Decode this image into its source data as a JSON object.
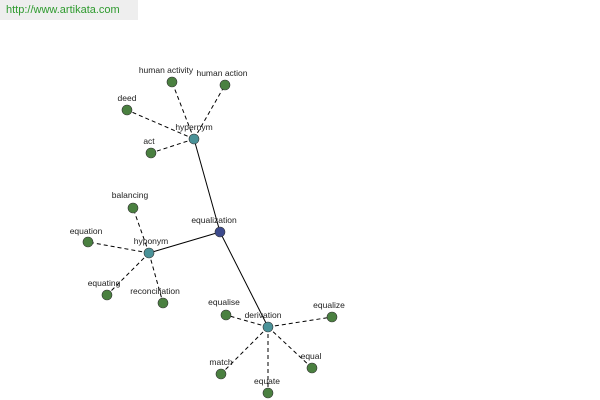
{
  "header": {
    "url": "http://www.artikata.com"
  },
  "colors": {
    "link": "#2e9a2e",
    "edge": "#000000",
    "root_node": "#3c4a8c",
    "relation_node": "#4a9298",
    "leaf_node": "#4a8040",
    "node_stroke": "#333333"
  },
  "graph": {
    "root": {
      "id": "equalization",
      "label": "equalization"
    },
    "relations": [
      {
        "id": "hypernym",
        "label": "hypernym",
        "leaves": [
          "human activity",
          "human action",
          "deed",
          "act"
        ]
      },
      {
        "id": "hyponym",
        "label": "hyponym",
        "leaves": [
          "balancing",
          "equation",
          "equating",
          "reconciliation"
        ]
      },
      {
        "id": "derivation",
        "label": "derivation",
        "leaves": [
          "equalise",
          "equalize",
          "match",
          "equate",
          "equal"
        ]
      }
    ]
  }
}
